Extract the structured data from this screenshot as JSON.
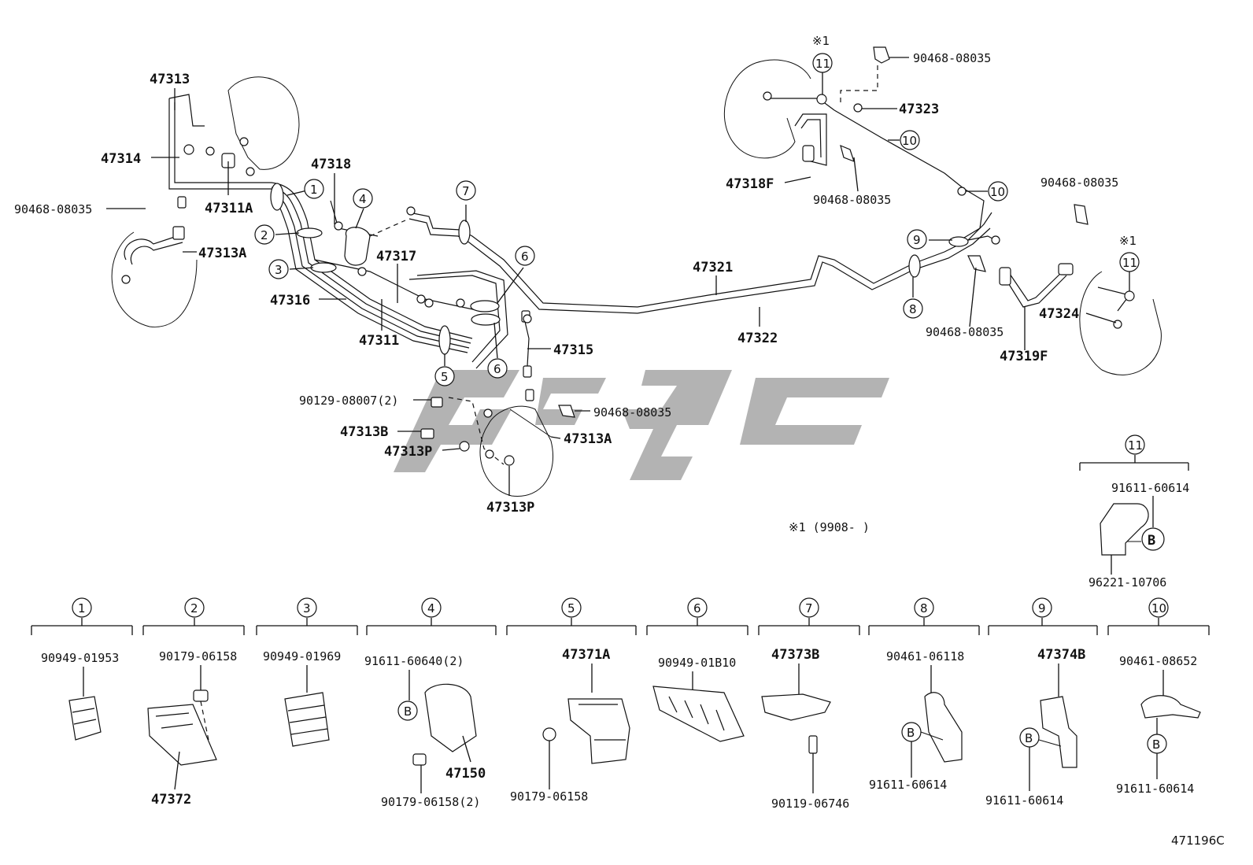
{
  "diagram_id": "471196C",
  "note": "※1 (9908-    )",
  "note_mark": "※1",
  "callouts": [
    {
      "text": "47313"
    },
    {
      "text": "47314"
    },
    {
      "text": "90468-08035"
    },
    {
      "text": "47311A"
    },
    {
      "text": "47313A"
    },
    {
      "text": "47318"
    },
    {
      "text": "47317"
    },
    {
      "text": "47316"
    },
    {
      "text": "47311"
    },
    {
      "text": "47315"
    },
    {
      "text": "90129-08007(2)"
    },
    {
      "text": "47313B"
    },
    {
      "text": "47313P"
    },
    {
      "text": "47313A"
    },
    {
      "text": "47313P"
    },
    {
      "text": "90468-08035"
    },
    {
      "text": "47321"
    },
    {
      "text": "47322"
    },
    {
      "text": "47323"
    },
    {
      "text": "90468-08035"
    },
    {
      "text": "47318F"
    },
    {
      "text": "90468-08035"
    },
    {
      "text": "90468-08035"
    },
    {
      "text": "90468-08035"
    },
    {
      "text": "47324"
    },
    {
      "text": "47319F"
    },
    {
      "text": "91611-60614"
    },
    {
      "text": "96221-10706"
    }
  ],
  "circle_markers": [
    "1",
    "2",
    "3",
    "4",
    "5",
    "6",
    "6",
    "7",
    "8",
    "9",
    "10",
    "10",
    "11",
    "11"
  ],
  "asterisk_marks": [
    "※1",
    "※1"
  ],
  "bottom_groups": [
    {
      "marker": "1",
      "parts": [
        "90949-01953"
      ]
    },
    {
      "marker": "2",
      "parts": [
        "90179-06158",
        "47372"
      ]
    },
    {
      "marker": "3",
      "parts": [
        "90949-01969"
      ]
    },
    {
      "marker": "4",
      "parts": [
        "91611-60640(2)",
        "47150",
        "90179-06158(2)"
      ]
    },
    {
      "marker": "5",
      "parts": [
        "47371A",
        "90179-06158"
      ]
    },
    {
      "marker": "6",
      "parts": [
        "90949-01B10"
      ]
    },
    {
      "marker": "7",
      "parts": [
        "47373B",
        "90119-06746"
      ]
    },
    {
      "marker": "8",
      "parts": [
        "90461-06118",
        "91611-60614"
      ]
    },
    {
      "marker": "9",
      "parts": [
        "47374B",
        "91611-60614"
      ]
    },
    {
      "marker": "10",
      "parts": [
        "90461-08652",
        "91611-60614"
      ]
    }
  ],
  "group_11_marker": "11",
  "bolt_marker": "B"
}
